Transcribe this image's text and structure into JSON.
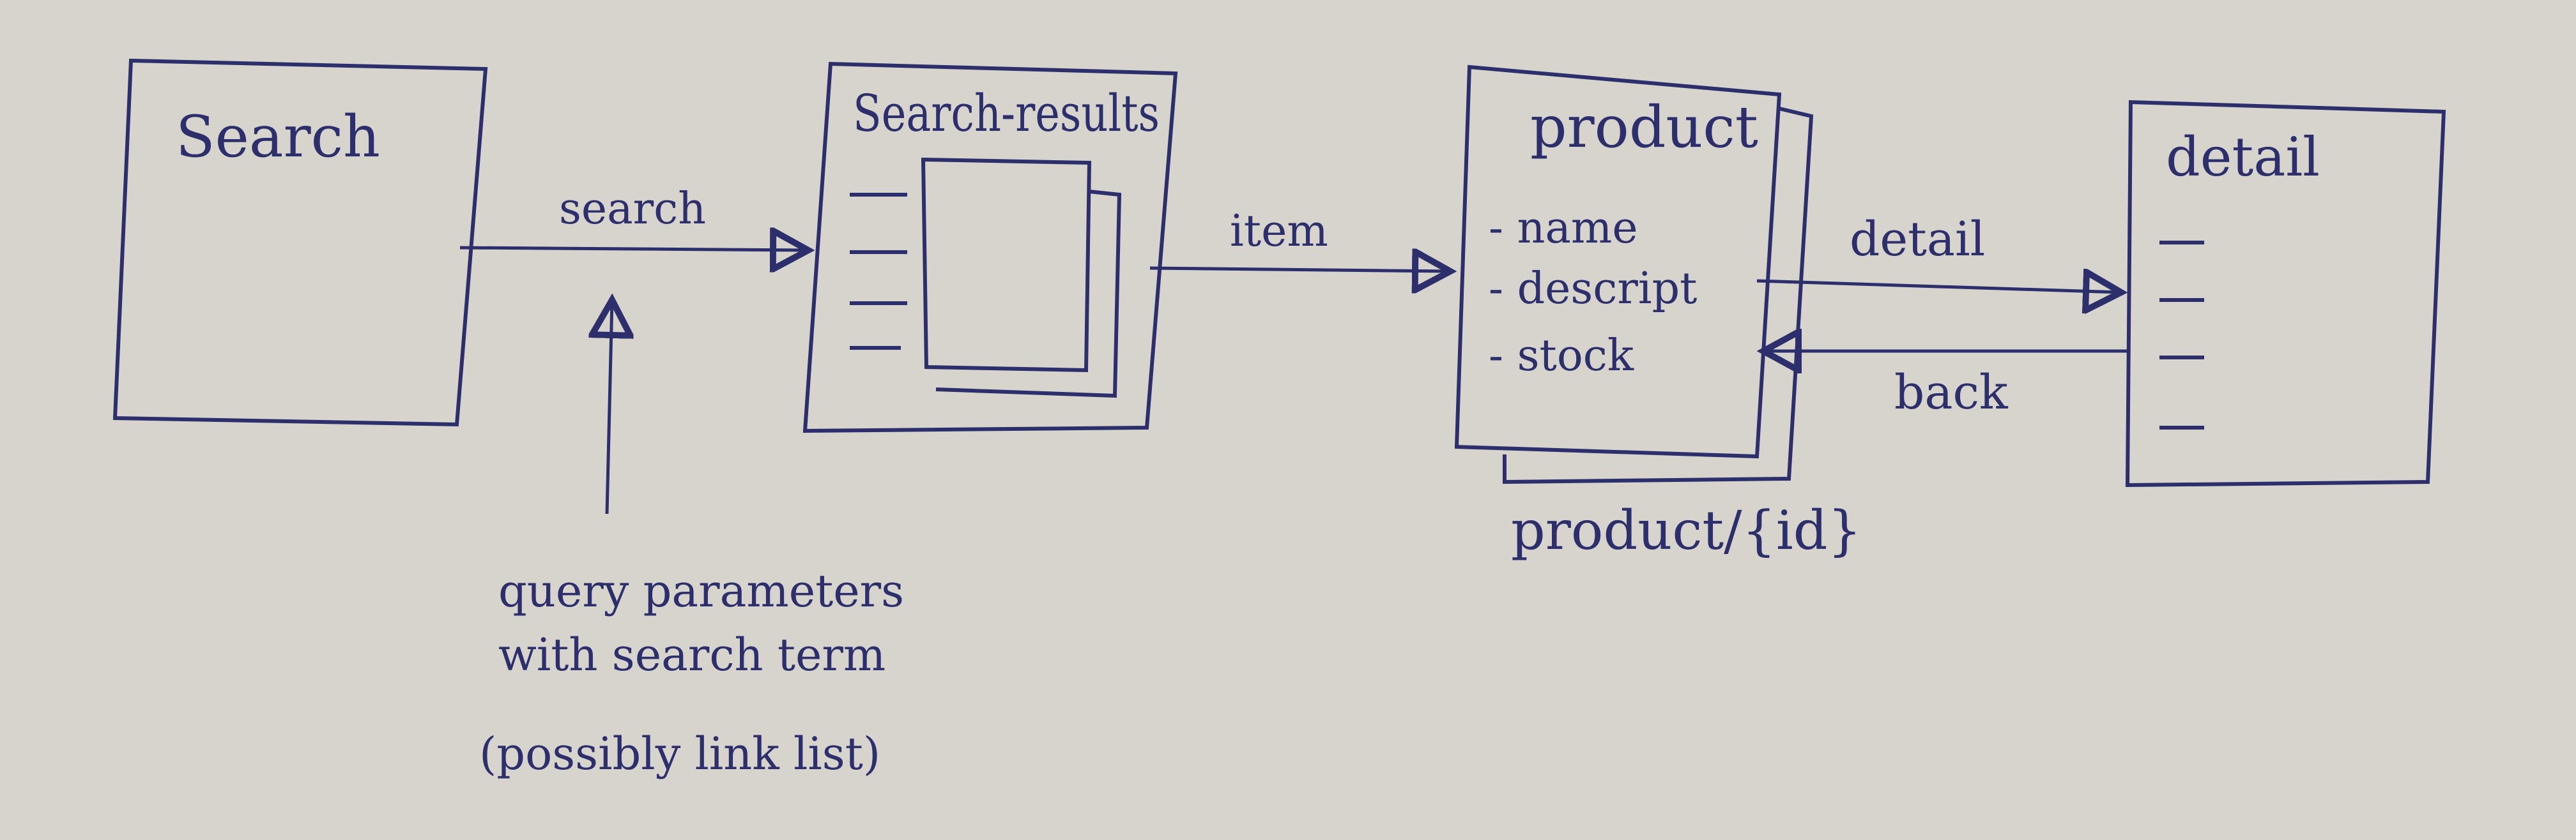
{
  "colors": {
    "paper": "#d7d4ce",
    "ink": "#2c2f6b"
  },
  "screens": {
    "search": {
      "title": "Search"
    },
    "search_results": {
      "title": "Search-results"
    },
    "product": {
      "title": "product",
      "fields": [
        "- name",
        "- descript",
        "- stock"
      ],
      "route": "product/{id}"
    },
    "detail": {
      "title": "detail"
    }
  },
  "edges": {
    "search": "search",
    "item": "item",
    "detail": "detail",
    "back": "back"
  },
  "annotation": {
    "lines": [
      "query parameters",
      "with search term",
      "(possibly link list)"
    ]
  }
}
